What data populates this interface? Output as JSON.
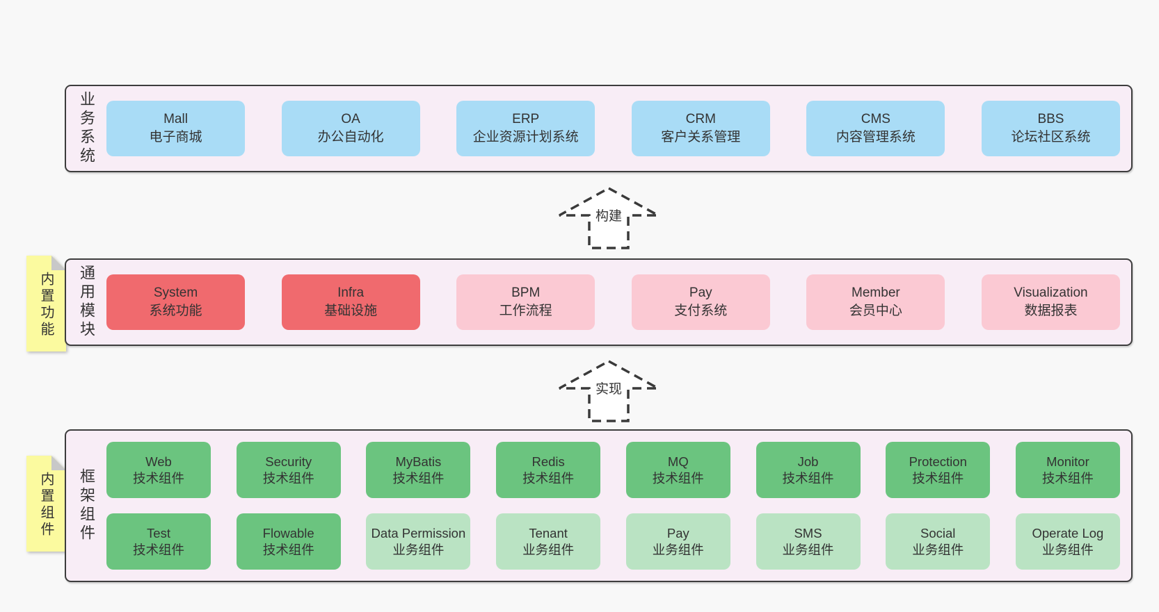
{
  "colors": {
    "page_bg": "#f8f8f8",
    "band_bg": "#f8edf6",
    "band_border": "#3d3d3d",
    "blue_box": "#a9dcf6",
    "red_box": "#f06a6e",
    "pink_box": "#fbc9d3",
    "green_box": "#6bc47f",
    "lightgreen_box": "#bae3c3",
    "sticky_yellow": "#fbfa9f",
    "sticky_fold": "#c8c8c8",
    "text": "#333333"
  },
  "arrows": [
    {
      "label": "构建"
    },
    {
      "label": "实现"
    }
  ],
  "bands": [
    {
      "label": "业务系统",
      "boxes": [
        {
          "title": "Mall",
          "subtitle": "电子商城"
        },
        {
          "title": "OA",
          "subtitle": "办公自动化"
        },
        {
          "title": "ERP",
          "subtitle": "企业资源计划系统"
        },
        {
          "title": "CRM",
          "subtitle": "客户关系管理"
        },
        {
          "title": "CMS",
          "subtitle": "内容管理系统"
        },
        {
          "title": "BBS",
          "subtitle": "论坛社区系统"
        }
      ]
    },
    {
      "label": "通用模块",
      "sticky": "内置功能",
      "boxes": [
        {
          "title": "System",
          "subtitle": "系统功能"
        },
        {
          "title": "Infra",
          "subtitle": "基础设施"
        },
        {
          "title": "BPM",
          "subtitle": "工作流程"
        },
        {
          "title": "Pay",
          "subtitle": "支付系统"
        },
        {
          "title": "Member",
          "subtitle": "会员中心"
        },
        {
          "title": "Visualization",
          "subtitle": "数据报表"
        }
      ]
    },
    {
      "label": "框架组件",
      "sticky": "内置组件",
      "boxes": [
        {
          "title": "Web",
          "subtitle": "技术组件"
        },
        {
          "title": "Security",
          "subtitle": "技术组件"
        },
        {
          "title": "MyBatis",
          "subtitle": "技术组件"
        },
        {
          "title": "Redis",
          "subtitle": "技术组件"
        },
        {
          "title": "MQ",
          "subtitle": "技术组件"
        },
        {
          "title": "Job",
          "subtitle": "技术组件"
        },
        {
          "title": "Protection",
          "subtitle": "技术组件"
        },
        {
          "title": "Monitor",
          "subtitle": "技术组件"
        },
        {
          "title": "Test",
          "subtitle": "技术组件"
        },
        {
          "title": "Flowable",
          "subtitle": "技术组件"
        },
        {
          "title": "Data Permission",
          "subtitle": "业务组件"
        },
        {
          "title": "Tenant",
          "subtitle": "业务组件"
        },
        {
          "title": "Pay",
          "subtitle": "业务组件"
        },
        {
          "title": "SMS",
          "subtitle": "业务组件"
        },
        {
          "title": "Social",
          "subtitle": "业务组件"
        },
        {
          "title": "Operate Log",
          "subtitle": "业务组件"
        }
      ]
    }
  ]
}
